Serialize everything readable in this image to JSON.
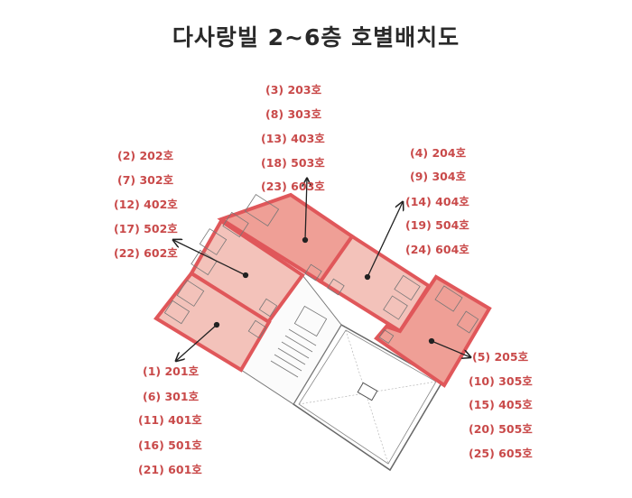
{
  "title": "다사랑빌 2~6층 호별배치도",
  "colors": {
    "unit_fill": "#f3b9b1",
    "unit_fill_dark": "#ef9f96",
    "unit_border": "#e0575a",
    "label": "#c94a4a",
    "arrow": "#222222"
  },
  "groups": [
    {
      "id": "line-02",
      "labels": [
        "(2) 202호",
        "(7) 302호",
        "(12) 402호",
        "(17) 502호",
        "(22) 602호"
      ]
    },
    {
      "id": "line-03",
      "labels": [
        "(3) 203호",
        "(8) 303호",
        "(13) 403호",
        "(18) 503호",
        "(23) 603호"
      ]
    },
    {
      "id": "line-04",
      "labels": [
        "(4) 204호",
        "(9) 304호",
        "(14) 404호",
        "(19) 504호",
        "(24) 604호"
      ]
    },
    {
      "id": "line-01",
      "labels": [
        "(1) 201호",
        "(6) 301호",
        "(11) 401호",
        "(16) 501호",
        "(21) 601호"
      ]
    },
    {
      "id": "line-05",
      "labels": [
        "(5) 205호",
        "(10) 305호",
        "(15) 405호",
        "(20) 505호",
        "(25) 605호"
      ]
    }
  ]
}
